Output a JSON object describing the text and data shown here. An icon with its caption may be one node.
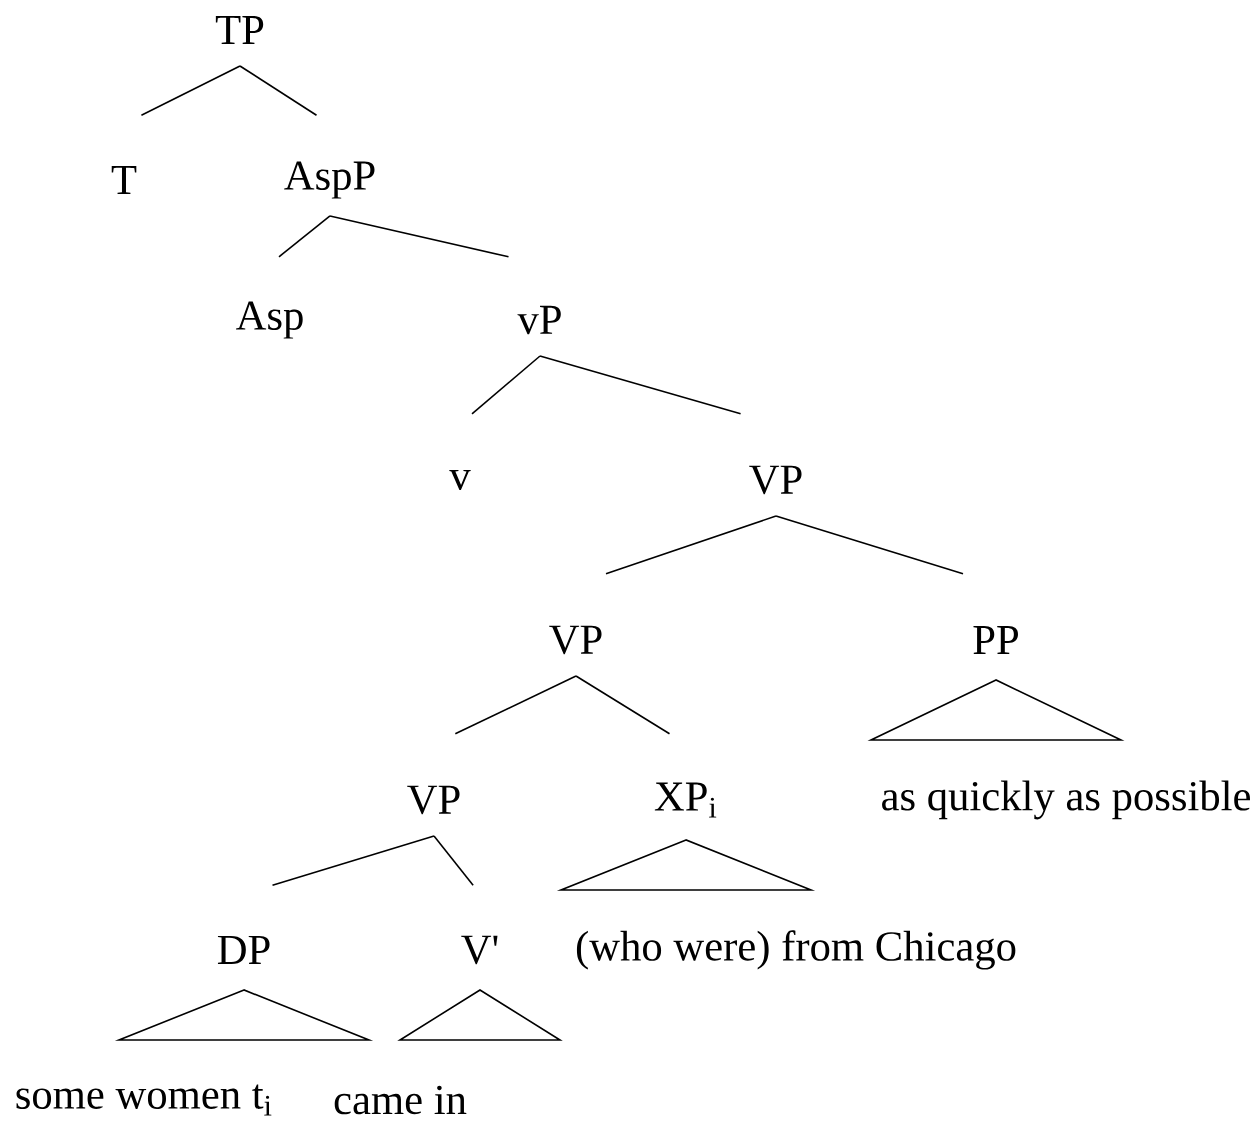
{
  "diagram": {
    "nodes": [
      {
        "text": [
          "TP"
        ]
      },
      {
        "text": [
          "T"
        ]
      },
      {
        "text": [
          "AspP"
        ]
      },
      {
        "text": [
          "Asp"
        ]
      },
      {
        "text": [
          "vP"
        ]
      },
      {
        "text": [
          "v"
        ]
      },
      {
        "text": [
          "VP"
        ]
      },
      {
        "text": [
          "VP"
        ]
      },
      {
        "text": [
          "PP"
        ]
      },
      {
        "text": [
          "VP"
        ]
      },
      {
        "text": [
          "XP$_{i}$"
        ]
      },
      {
        "text": [
          "as quickly as possible"
        ]
      },
      {
        "text": [
          "DP"
        ]
      },
      {
        "text": [
          "V'"
        ]
      },
      {
        "text": [
          "(who were) from Chicago"
        ]
      },
      {
        "text": [
          "some women t$_{i}$"
        ]
      },
      {
        "text": [
          "came in"
        ]
      }
    ],
    "edges": [
      {
        "from": 0,
        "to": 1,
        "arrow": "none"
      },
      {
        "from": 0,
        "to": 2,
        "arrow": "none"
      },
      {
        "from": 2,
        "to": 3,
        "arrow": "none"
      },
      {
        "from": 2,
        "to": 4,
        "arrow": "none"
      },
      {
        "from": 4,
        "to": 5,
        "arrow": "none"
      },
      {
        "from": 4,
        "to": 6,
        "arrow": "none"
      },
      {
        "from": 6,
        "to": 7,
        "arrow": "none"
      },
      {
        "from": 6,
        "to": 8,
        "arrow": "none"
      },
      {
        "from": 7,
        "to": 9,
        "arrow": "none"
      },
      {
        "from": 7,
        "to": 10,
        "arrow": "none"
      },
      {
        "from": 8,
        "to": 11,
        "arrow": "none"
      },
      {
        "from": 9,
        "to": 12,
        "arrow": "none"
      },
      {
        "from": 9,
        "to": 13,
        "arrow": "none"
      },
      {
        "from": 10,
        "to": 14,
        "arrow": "none"
      },
      {
        "from": 12,
        "to": 15,
        "arrow": "none"
      },
      {
        "from": 13,
        "to": 16,
        "arrow": "none"
      }
    ]
  }
}
